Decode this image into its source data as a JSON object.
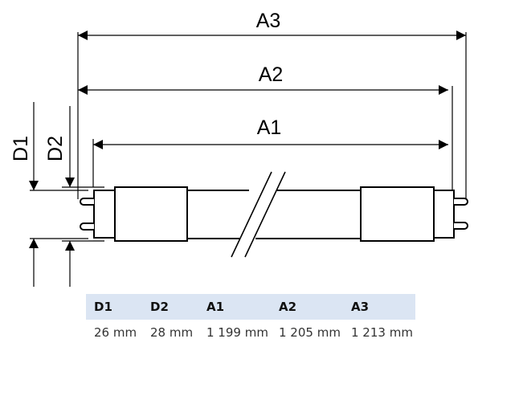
{
  "diagram": {
    "labels": {
      "a1": "A1",
      "a2": "A2",
      "a3": "A3",
      "d1": "D1",
      "d2": "D2"
    }
  },
  "table": {
    "headers": [
      "D1",
      "D2",
      "A1",
      "A2",
      "A3"
    ],
    "values": [
      "26 mm",
      "28 mm",
      "1 199 mm",
      "1 205 mm",
      "1 213 mm"
    ]
  }
}
